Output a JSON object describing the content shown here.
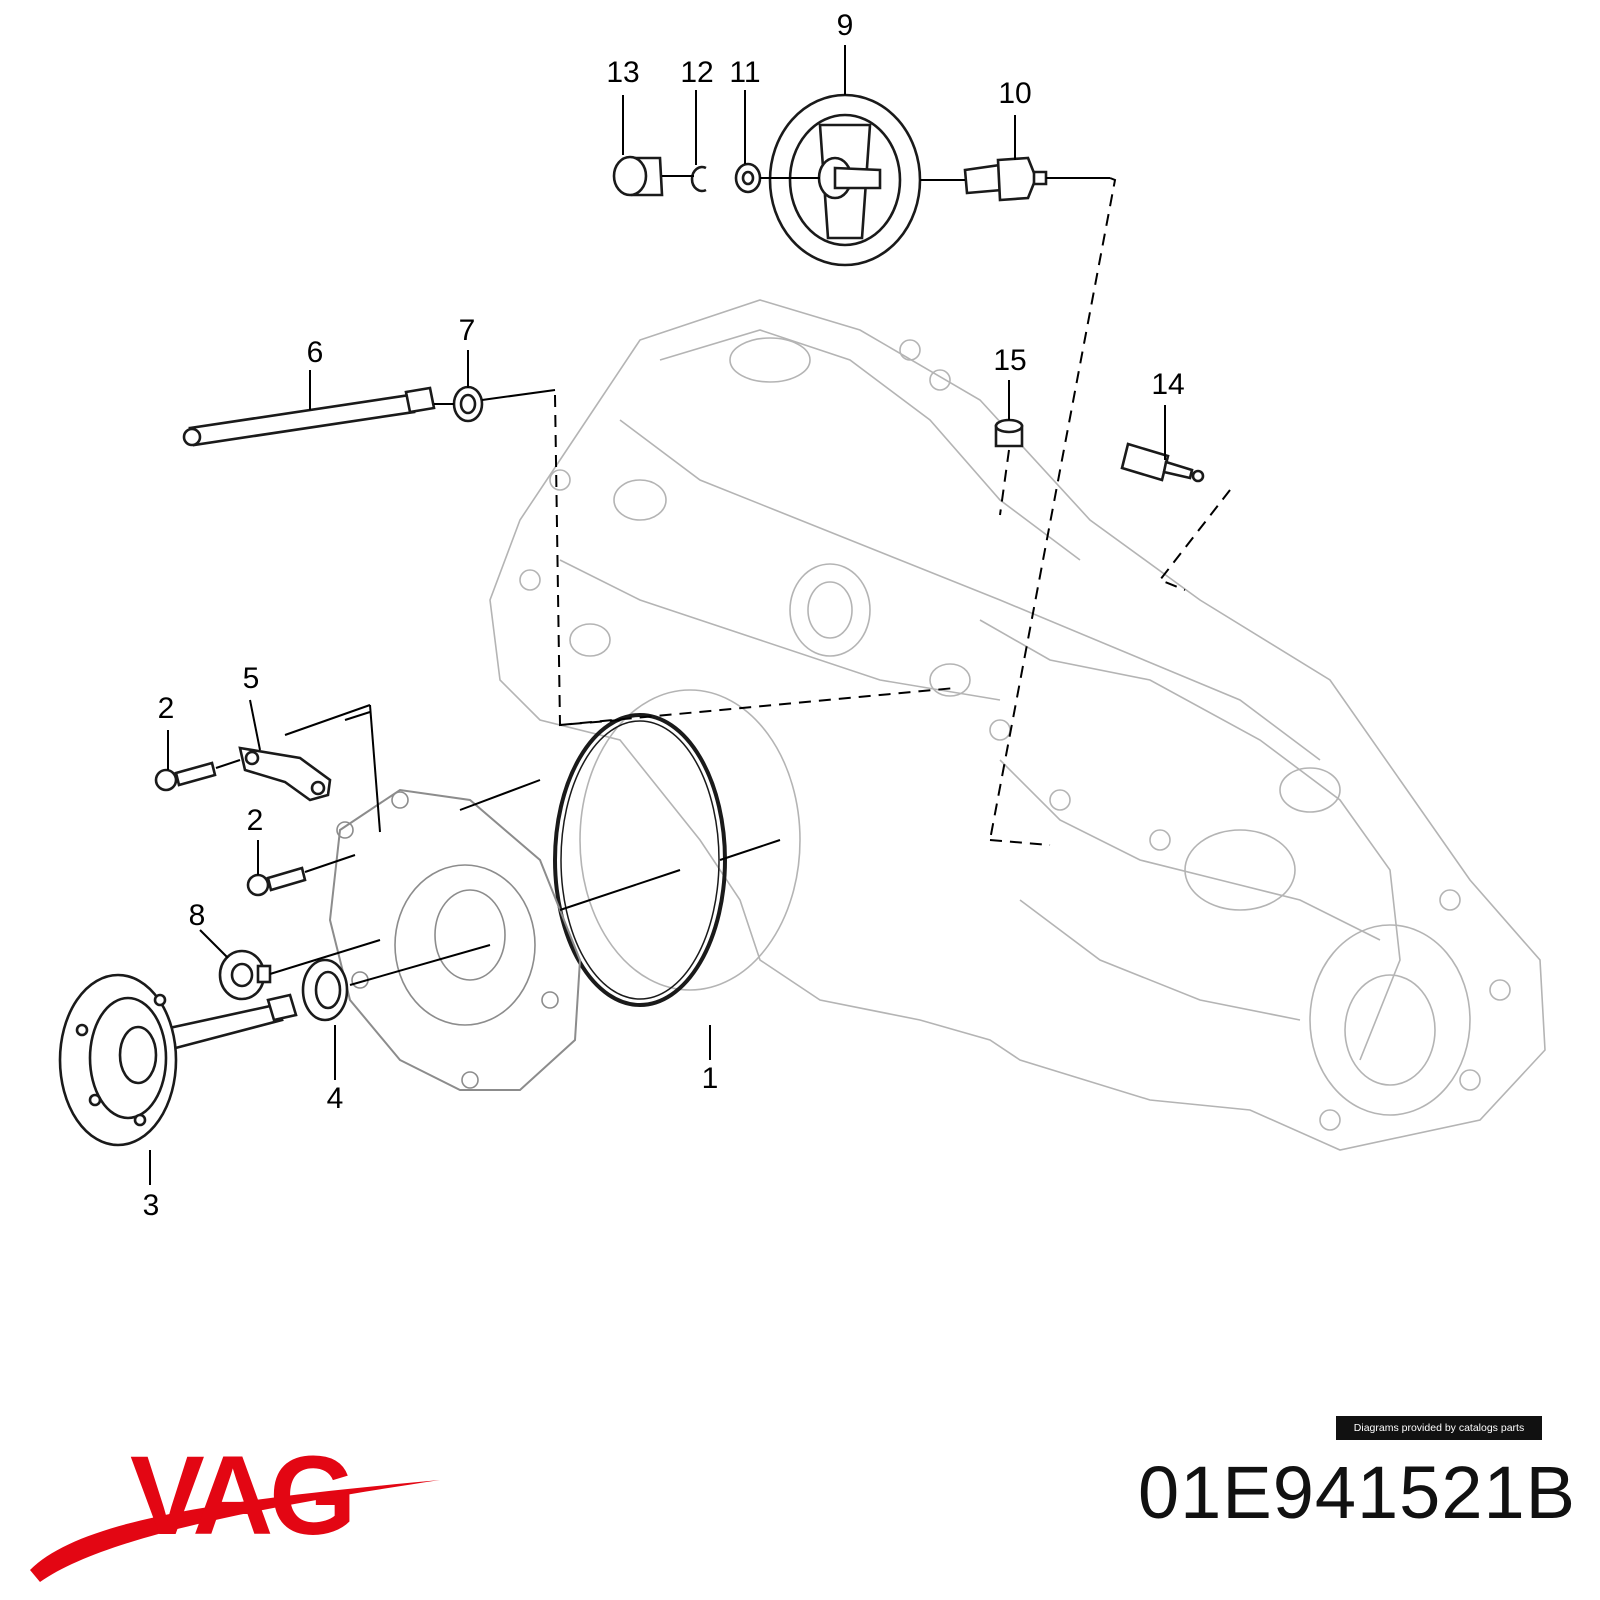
{
  "diagram": {
    "callouts": [
      {
        "id": "c1",
        "text": "1"
      },
      {
        "id": "c2a",
        "text": "2"
      },
      {
        "id": "c2b",
        "text": "2"
      },
      {
        "id": "c3",
        "text": "3"
      },
      {
        "id": "c4",
        "text": "4"
      },
      {
        "id": "c5",
        "text": "5"
      },
      {
        "id": "c6",
        "text": "6"
      },
      {
        "id": "c7",
        "text": "7"
      },
      {
        "id": "c8",
        "text": "8"
      },
      {
        "id": "c9",
        "text": "9"
      },
      {
        "id": "c10",
        "text": "10"
      },
      {
        "id": "c11",
        "text": "11"
      },
      {
        "id": "c12",
        "text": "12"
      },
      {
        "id": "c13",
        "text": "13"
      },
      {
        "id": "c14",
        "text": "14"
      },
      {
        "id": "c15",
        "text": "15"
      }
    ]
  },
  "footer": {
    "credit": "Diagrams provided by catalogs parts",
    "part_number": "01E941521B",
    "brand_logo": "VAG"
  },
  "colors": {
    "brand": "#e30613",
    "line": "#1a1a1a",
    "housing": "#b4b4b4"
  }
}
